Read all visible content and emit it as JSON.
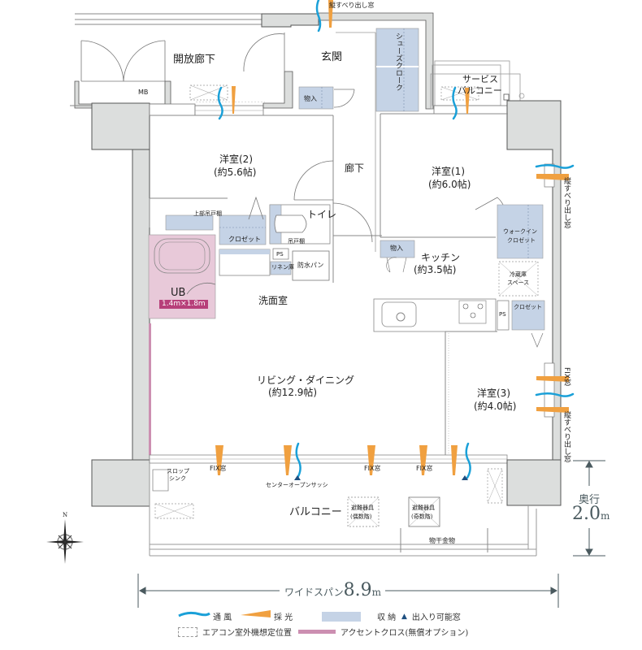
{
  "title": "Floor plan",
  "colors": {
    "wall": "#dcdedd",
    "wall_stroke": "#555555",
    "storage": "#c5d3e6",
    "accent_cross": "#cc8fb1",
    "unit_bath": "#e8c9d9",
    "ub_tag": "#b7407a",
    "ventilation": "#1aa0d8",
    "daylight": "#f0a040",
    "door_window_marker": "#1e4f80",
    "dimension": "#4a5a5f"
  },
  "rooms": {
    "open_corridor": "開放廊下",
    "mb": "MB",
    "entrance": "玄関",
    "shoes_cloak": "シューズクローク",
    "storage_entry": "物入",
    "service_balcony_1": "サービス",
    "service_balcony_2": "バルコニー",
    "western2_name": "洋室(2)",
    "western2_size": "(約5.6帖)",
    "hallway": "廊下",
    "western1_name": "洋室(1)",
    "western1_size": "(約6.0帖)",
    "upper_cabinet": "上部吊戸棚",
    "closet_w2": "クロゼット",
    "toilet": "トイレ",
    "hanging_shelf": "吊戸棚",
    "ps_wash": "PS",
    "linen": "リネン庫",
    "waterproof_pan": "防水パン",
    "ub": "UB",
    "ub_size": "1.4m×1.8m",
    "washroom": "洗面室",
    "walk_in_1": "ウォークイン",
    "walk_in_2": "クロゼット",
    "storage_kitchen": "物入",
    "kitchen_name": "キッチン",
    "kitchen_size": "(約3.5帖)",
    "fridge_1": "冷蔵庫",
    "fridge_2": "スペース",
    "ps_kitchen": "PS",
    "closet_w3": "クロゼット",
    "living_name": "リビング・ダイニング",
    "living_size": "(約12.9帖)",
    "western3_name": "洋室(3)",
    "western3_size": "(約4.0帖)",
    "balcony": "バルコニー",
    "slop_sink_1": "スロップ",
    "slop_sink_2": "シンク",
    "evac_even_1": "避難器具",
    "evac_even_2": "(偶数階)",
    "evac_odd_1": "避難器具",
    "evac_odd_2": "(奇数階)",
    "drying_hardware": "物干金物"
  },
  "windows": {
    "vertical_slide_top": "縦すべり出し窓",
    "vertical_slide_right1": "縦すべり出し窓",
    "fix_right": "FIX窓",
    "vertical_slide_right2": "縦すべり出し窓",
    "fix_1": "FIX窓",
    "fix_2": "FIX窓",
    "fix_3": "FIX窓",
    "center_open_sash": "センターオープンサッシ"
  },
  "dimensions": {
    "depth_label": "奥行",
    "depth_value": "2.0",
    "depth_unit": "m",
    "span_label": "ワイドスパン",
    "span_value": "8.9",
    "span_unit": "m"
  },
  "compass": {
    "north": "N"
  },
  "legend": {
    "ventilation": "通 風",
    "daylight": "採 光",
    "storage": "収 納",
    "door_window": "出入り可能窓",
    "ac_unit": "エアコン室外機想定位置",
    "accent_cross": "アクセントクロス(無償オプション)"
  }
}
